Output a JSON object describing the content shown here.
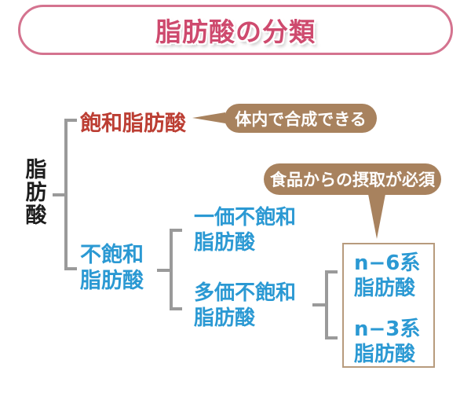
{
  "title": {
    "text": "脂肪酸の分類"
  },
  "palette": {
    "title_pink": "#ce4a6e",
    "banner_border_pink": "#d4738f",
    "saturated_red": "#bc3e33",
    "unsaturated_blue": "#2b99d3",
    "bracket_gray": "#9a9a9a",
    "callout_brown": "#a8825e",
    "nbox_border_tan": "#b79b7d",
    "root_black": "#1d1d1d"
  },
  "nodes": {
    "root": {
      "label": "脂肪酸"
    },
    "saturated": {
      "label": "飽和脂肪酸"
    },
    "unsaturated": {
      "line1": "不飽和",
      "line2": "脂肪酸"
    },
    "monounsaturated": {
      "line1": "一価不飽和",
      "line2": "脂肪酸"
    },
    "polyunsaturated": {
      "line1": "多価不飽和",
      "line2": "脂肪酸"
    },
    "n6": {
      "line1": "n−6系",
      "line2": "脂肪酸"
    },
    "n3": {
      "line1": "n−3系",
      "line2": "脂肪酸"
    }
  },
  "callouts": {
    "synthesizable": {
      "text": "体内で合成できる"
    },
    "essential": {
      "text": "食品からの摂取が必須"
    }
  }
}
